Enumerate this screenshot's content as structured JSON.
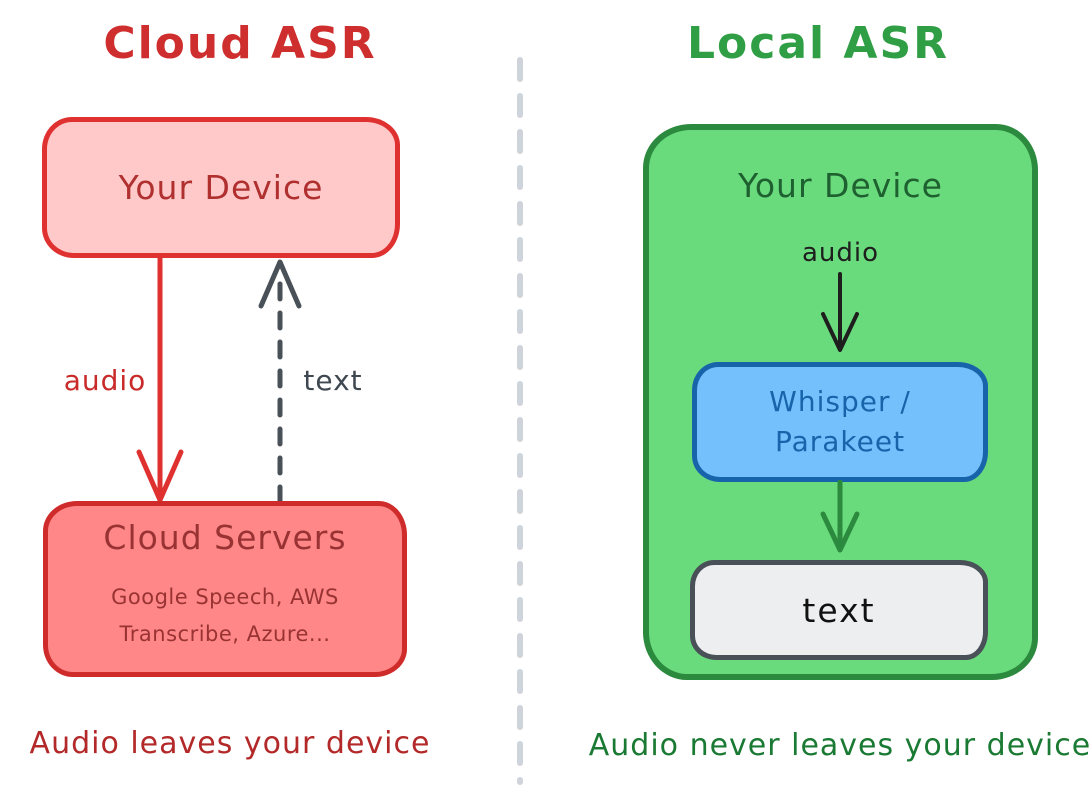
{
  "colors": {
    "cloud_accent": "#e03131",
    "cloud_device_fill": "#ffc9c9",
    "cloud_servers_fill": "#ff8787",
    "cloud_text_dark": "#993333",
    "local_accent": "#2f9e44",
    "local_fill": "#69db7c",
    "local_border": "#2b8a3e",
    "model_fill": "#74c0fc",
    "model_accent": "#1864ab",
    "output_fill": "#eceef0",
    "output_border": "#495057",
    "divider_gray": "#ced4da",
    "dark_arrow": "#495057",
    "black_arrow": "#1e1e1e"
  },
  "cloud_panel": {
    "title": "Cloud ASR",
    "device_box": {
      "label": "Your Device"
    },
    "audio_arrow": {
      "label": "audio"
    },
    "text_arrow": {
      "label": "text"
    },
    "servers_box": {
      "title": "Cloud Servers",
      "lines": [
        "Google Speech, AWS",
        "Transcribe, Azure..."
      ]
    },
    "caption": "Audio leaves your device"
  },
  "local_panel": {
    "title": "Local ASR",
    "device_box": {
      "label": "Your Device"
    },
    "audio_label": "audio",
    "model_box": {
      "lines": [
        "Whisper /",
        "Parakeet"
      ]
    },
    "output_box": {
      "label": "text"
    },
    "caption": "Audio never leaves your device"
  }
}
